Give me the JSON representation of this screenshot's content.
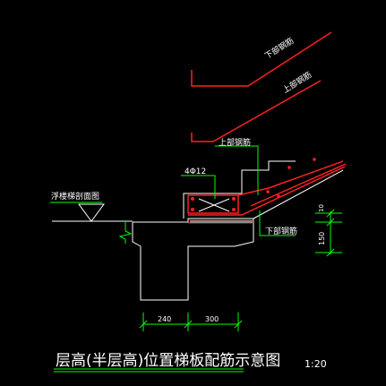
{
  "labels": {
    "lower_rebar_top": "下部钢筋",
    "upper_rebar_mid": "上部钢筋",
    "upper_rebar_small": "上部钢筋",
    "bar_spec": "4Φ12",
    "section_label": "浮楼梯剖面图",
    "lower_rebar_right": "下部钢筋",
    "dim_10": "10",
    "dim_150": "150",
    "dim_240": "240",
    "dim_300": "300",
    "title": "层高(半层高)位置梯板配筋示意图",
    "scale": "1:20"
  },
  "colors": {
    "background": "#000000",
    "outline": "#ffffff",
    "rebar": "#ff2020",
    "leader": "#00ff00",
    "text": "#ffffff",
    "dimension": "#00ff00",
    "hatch": "#ff2020"
  }
}
